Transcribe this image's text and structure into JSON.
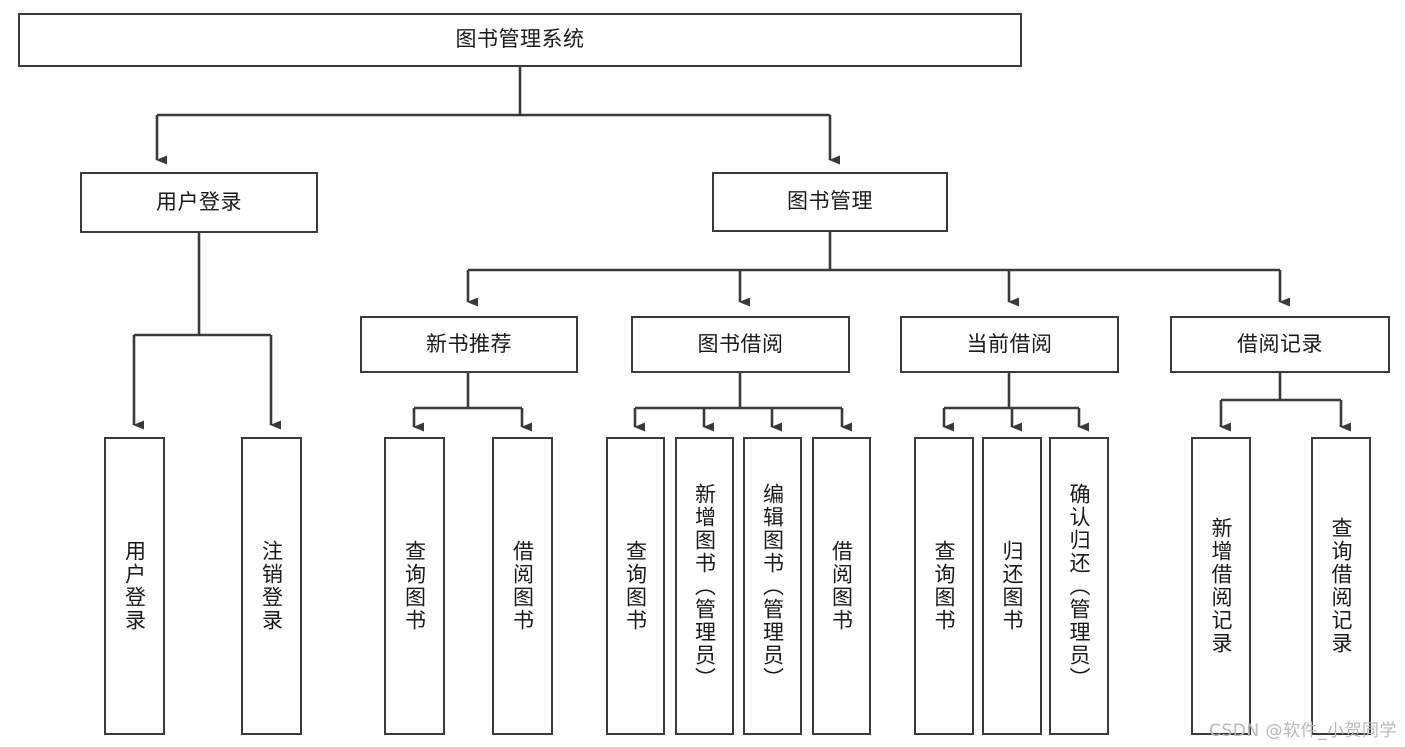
{
  "diagram": {
    "type": "hierarchy-tree",
    "title": "图书管理系统",
    "watermark": "CSDN @软件_小贺同学",
    "colors": {
      "background": "#fefefe",
      "box_fill": "#ffffff",
      "box_border": "#3a3a3a",
      "connector": "#3a3a3a",
      "text": "#1a1a1a",
      "watermark": "#b9b9b9"
    },
    "root": {
      "label": "图书管理系统",
      "orientation": "horizontal"
    },
    "level2": [
      {
        "label": "用户登录",
        "orientation": "horizontal"
      },
      {
        "label": "图书管理",
        "orientation": "horizontal"
      }
    ],
    "level3": [
      {
        "label": "新书推荐",
        "orientation": "horizontal",
        "parent": "图书管理"
      },
      {
        "label": "图书借阅",
        "orientation": "horizontal",
        "parent": "图书管理"
      },
      {
        "label": "当前借阅",
        "orientation": "horizontal",
        "parent": "图书管理"
      },
      {
        "label": "借阅记录",
        "orientation": "horizontal",
        "parent": "图书管理"
      }
    ],
    "leaves": {
      "user_login": [
        {
          "label": "用户登录",
          "orientation": "vertical"
        },
        {
          "label": "注销登录",
          "orientation": "vertical"
        }
      ],
      "new_book_recommend": [
        {
          "label": "查询图书",
          "orientation": "vertical"
        },
        {
          "label": "借阅图书",
          "orientation": "vertical"
        }
      ],
      "book_borrow": [
        {
          "label": "查询图书",
          "orientation": "vertical"
        },
        {
          "label": "新增图书（管理员）",
          "orientation": "vertical"
        },
        {
          "label": "编辑图书（管理员）",
          "orientation": "vertical"
        },
        {
          "label": "借阅图书",
          "orientation": "vertical"
        }
      ],
      "current_borrow": [
        {
          "label": "查询图书",
          "orientation": "vertical"
        },
        {
          "label": "归还图书",
          "orientation": "vertical"
        },
        {
          "label": "确认归还（管理员）",
          "orientation": "vertical"
        }
      ],
      "borrow_record": [
        {
          "label": "新增借阅记录",
          "orientation": "vertical"
        },
        {
          "label": "查询借阅记录",
          "orientation": "vertical"
        }
      ]
    }
  }
}
